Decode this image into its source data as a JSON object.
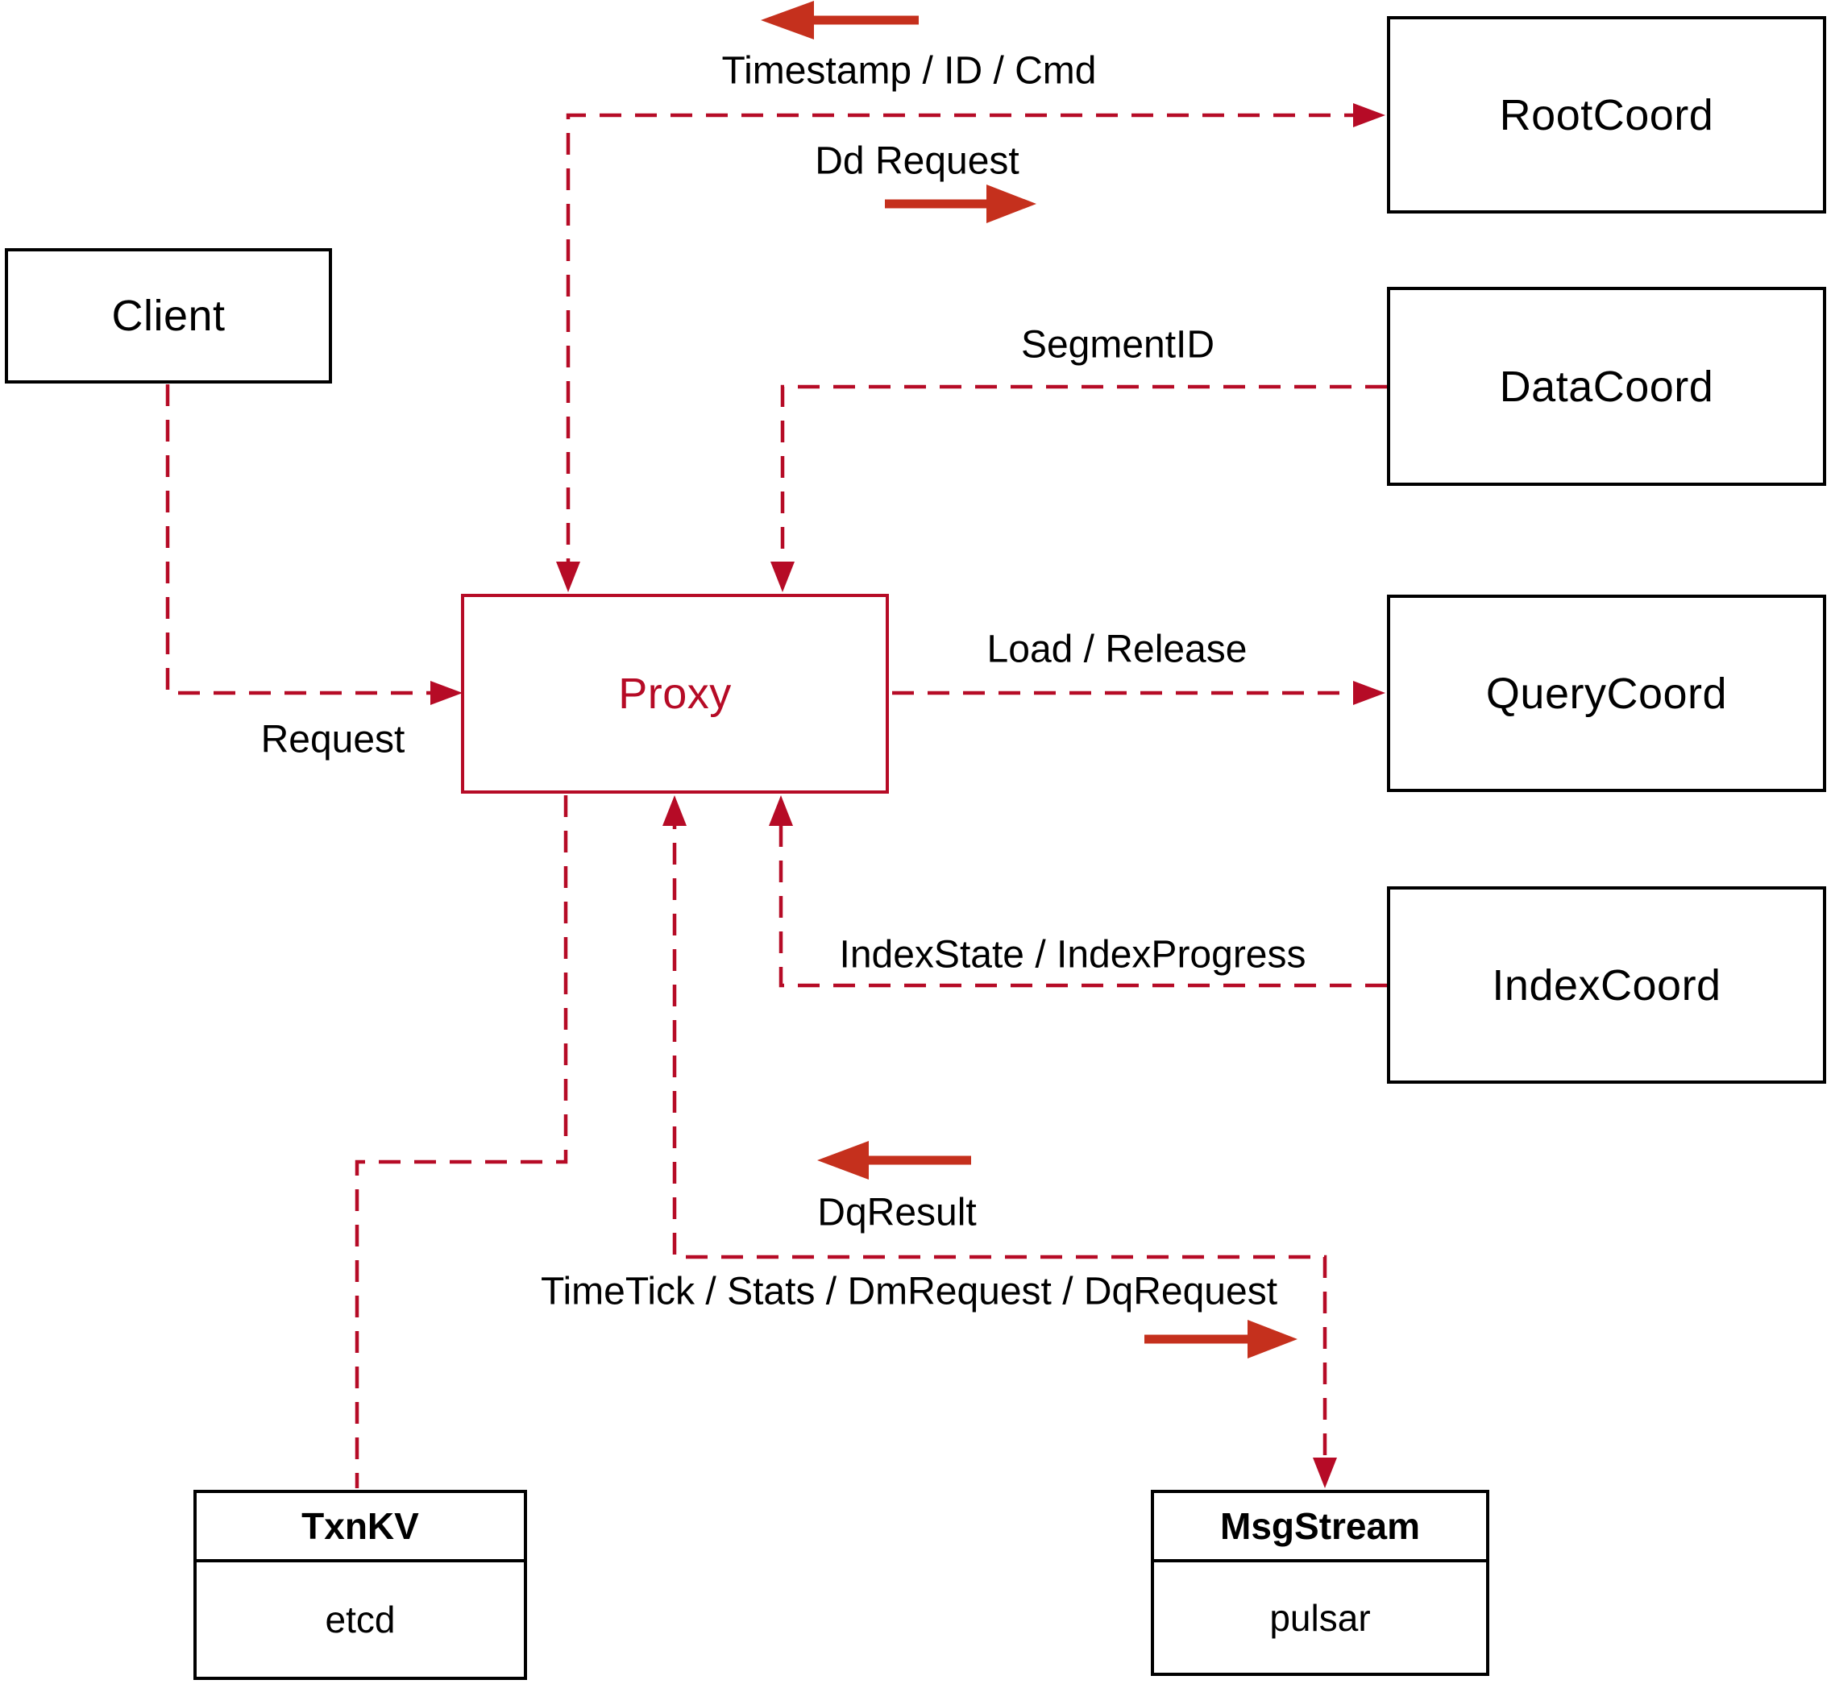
{
  "nodes": {
    "client": {
      "label": "Client"
    },
    "proxy": {
      "label": "Proxy"
    },
    "root_coord": {
      "label": "RootCoord"
    },
    "data_coord": {
      "label": "DataCoord"
    },
    "query_coord": {
      "label": "QueryCoord"
    },
    "index_coord": {
      "label": "IndexCoord"
    },
    "txn_kv": {
      "title": "TxnKV",
      "implementation": "etcd"
    },
    "msg_stream": {
      "title": "MsgStream",
      "implementation": "pulsar"
    }
  },
  "edge_labels": {
    "timestamp_id_cmd": "Timestamp / ID / Cmd",
    "dd_request": "Dd Request",
    "segment_id": "SegmentID",
    "load_release": "Load / Release",
    "index_state_progress": "IndexState / IndexProgress",
    "dq_result": "DqResult",
    "timetick_stats": "TimeTick / Stats / DmRequest / DqRequest",
    "request": "Request"
  },
  "colors": {
    "connector_dashed": "#b60b26",
    "flow_arrow_solid": "#c5301d",
    "box_border": "#000000",
    "label_text": "#000000",
    "background": "#ffffff"
  }
}
